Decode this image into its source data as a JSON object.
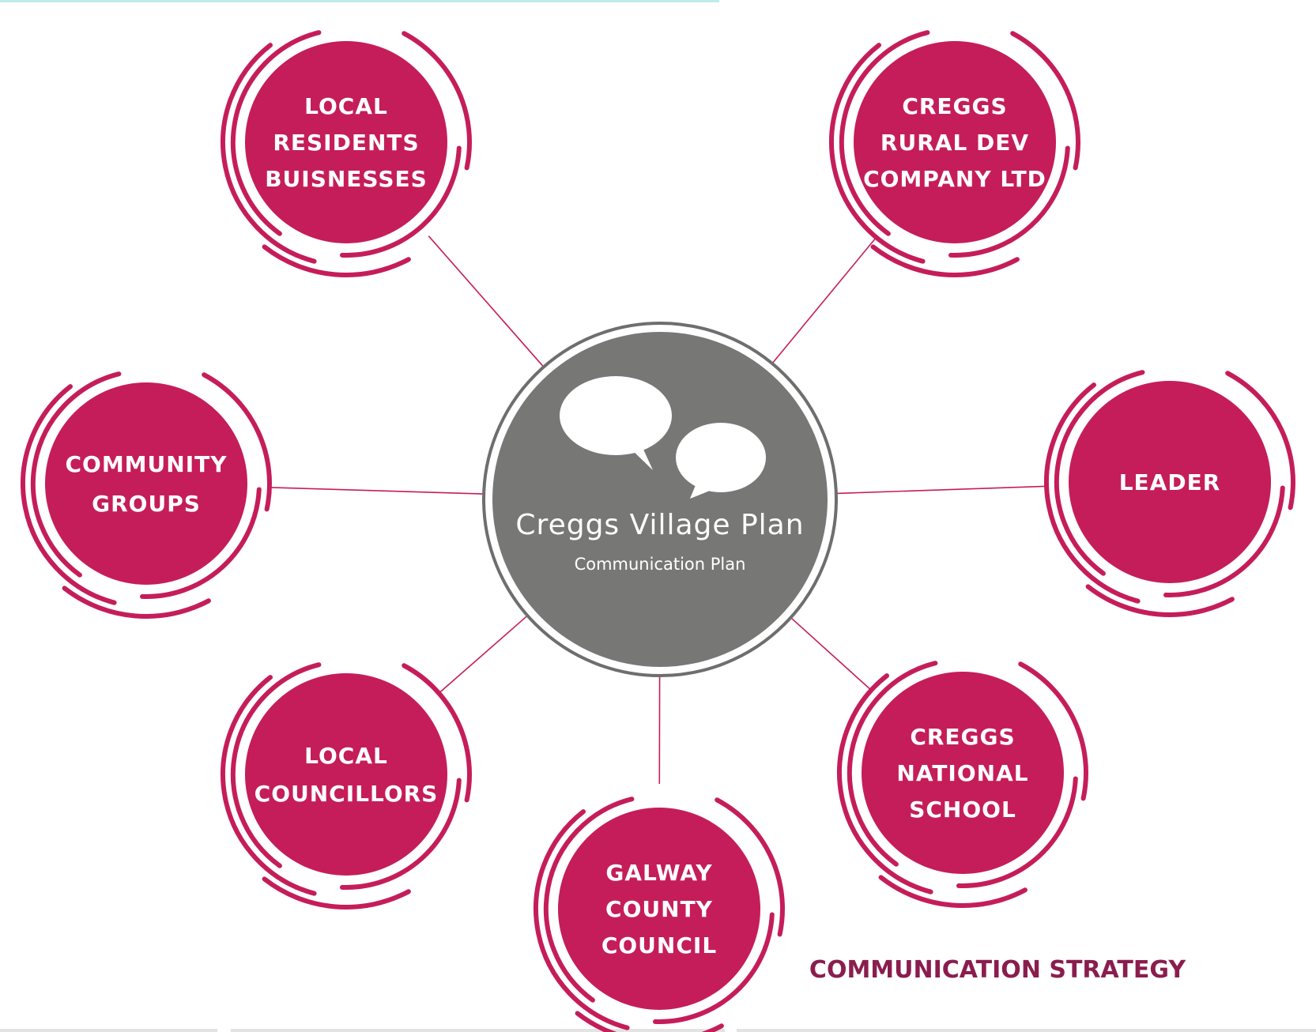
{
  "colors": {
    "node_fill": "#c51d5a",
    "node_text": "#ffffff",
    "connector": "#c51d5a",
    "center_fill": "#777776",
    "center_ring": "#6e6e6e",
    "center_text": "#ffffff",
    "footer_text": "#8a1d4e",
    "top_bar": "#bfeaea",
    "bottom_bar": "#e3e3e3"
  },
  "center": {
    "title": "Creggs Village Plan",
    "subtitle": "Communication Plan",
    "icon": "speech-bubbles-icon"
  },
  "nodes": [
    {
      "id": "local-residents",
      "lines": [
        "LOCAL",
        "RESIDENTS",
        "BUISNESSES"
      ]
    },
    {
      "id": "creggs-rural-dev",
      "lines": [
        "CREGGS",
        "RURAL DEV",
        "COMPANY LTD"
      ]
    },
    {
      "id": "community-groups",
      "lines": [
        "COMMUNITY",
        "GROUPS"
      ]
    },
    {
      "id": "leader",
      "lines": [
        "LEADER"
      ]
    },
    {
      "id": "local-councillors",
      "lines": [
        "LOCAL",
        "COUNCILLORS"
      ]
    },
    {
      "id": "galway-county-council",
      "lines": [
        "GALWAY",
        "COUNTY",
        "COUNCIL"
      ]
    },
    {
      "id": "creggs-national-school",
      "lines": [
        "CREGGS",
        "NATIONAL",
        "SCHOOL"
      ]
    }
  ],
  "footer": {
    "title": "COMMUNICATION STRATEGY"
  }
}
